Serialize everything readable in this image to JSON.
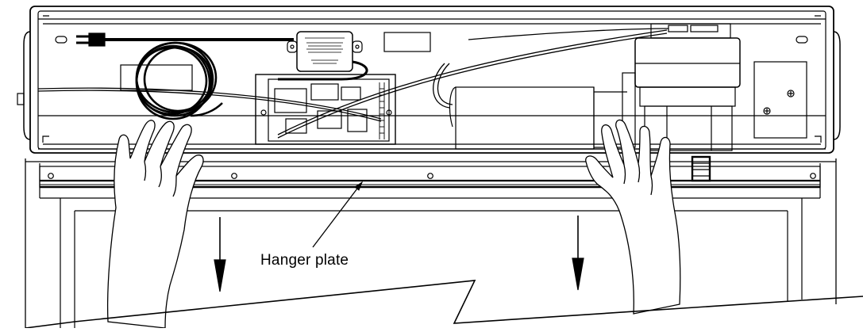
{
  "diagram": {
    "callout": {
      "label": "Hanger plate"
    },
    "colors": {
      "line": "#000000",
      "background": "#ffffff"
    },
    "arrows": [
      {
        "name": "left-down-arrow"
      },
      {
        "name": "right-down-arrow"
      }
    ]
  }
}
